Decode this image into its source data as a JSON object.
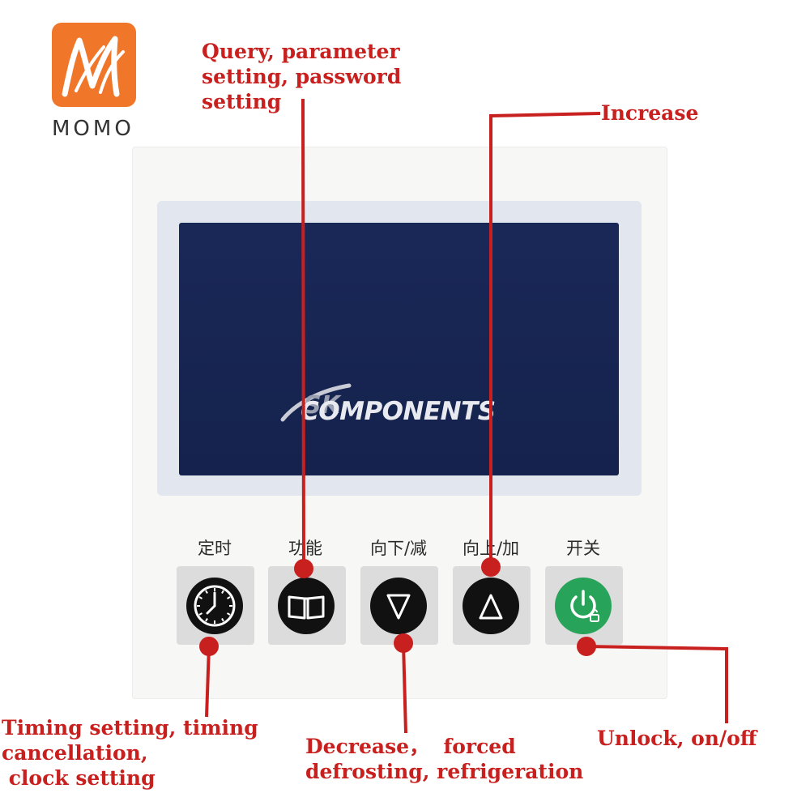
{
  "logo": {
    "text": "MOMO",
    "color": "#f0762a"
  },
  "device": {
    "brand_text": "COMPONENTS",
    "buttons": [
      {
        "label": "定时",
        "icon": "clock-icon"
      },
      {
        "label": "功能",
        "icon": "book-icon"
      },
      {
        "label": "向下/减",
        "icon": "triangle-down-icon"
      },
      {
        "label": "向上/加",
        "icon": "triangle-up-icon"
      },
      {
        "label": "开关",
        "icon": "power-unlock-icon"
      }
    ]
  },
  "annotations": {
    "query": "Query, parameter\nsetting, password\nsetting",
    "increase": "Increase",
    "timing": "Timing setting, timing\ncancellation,\n clock setting",
    "decrease": "Decrease，  forced\ndefrosting, refrigeration",
    "unlock": "Unlock, on/off"
  },
  "colors": {
    "annotation": "#c8201f",
    "power_button": "#28a35a",
    "lcd": "#1a2858"
  }
}
